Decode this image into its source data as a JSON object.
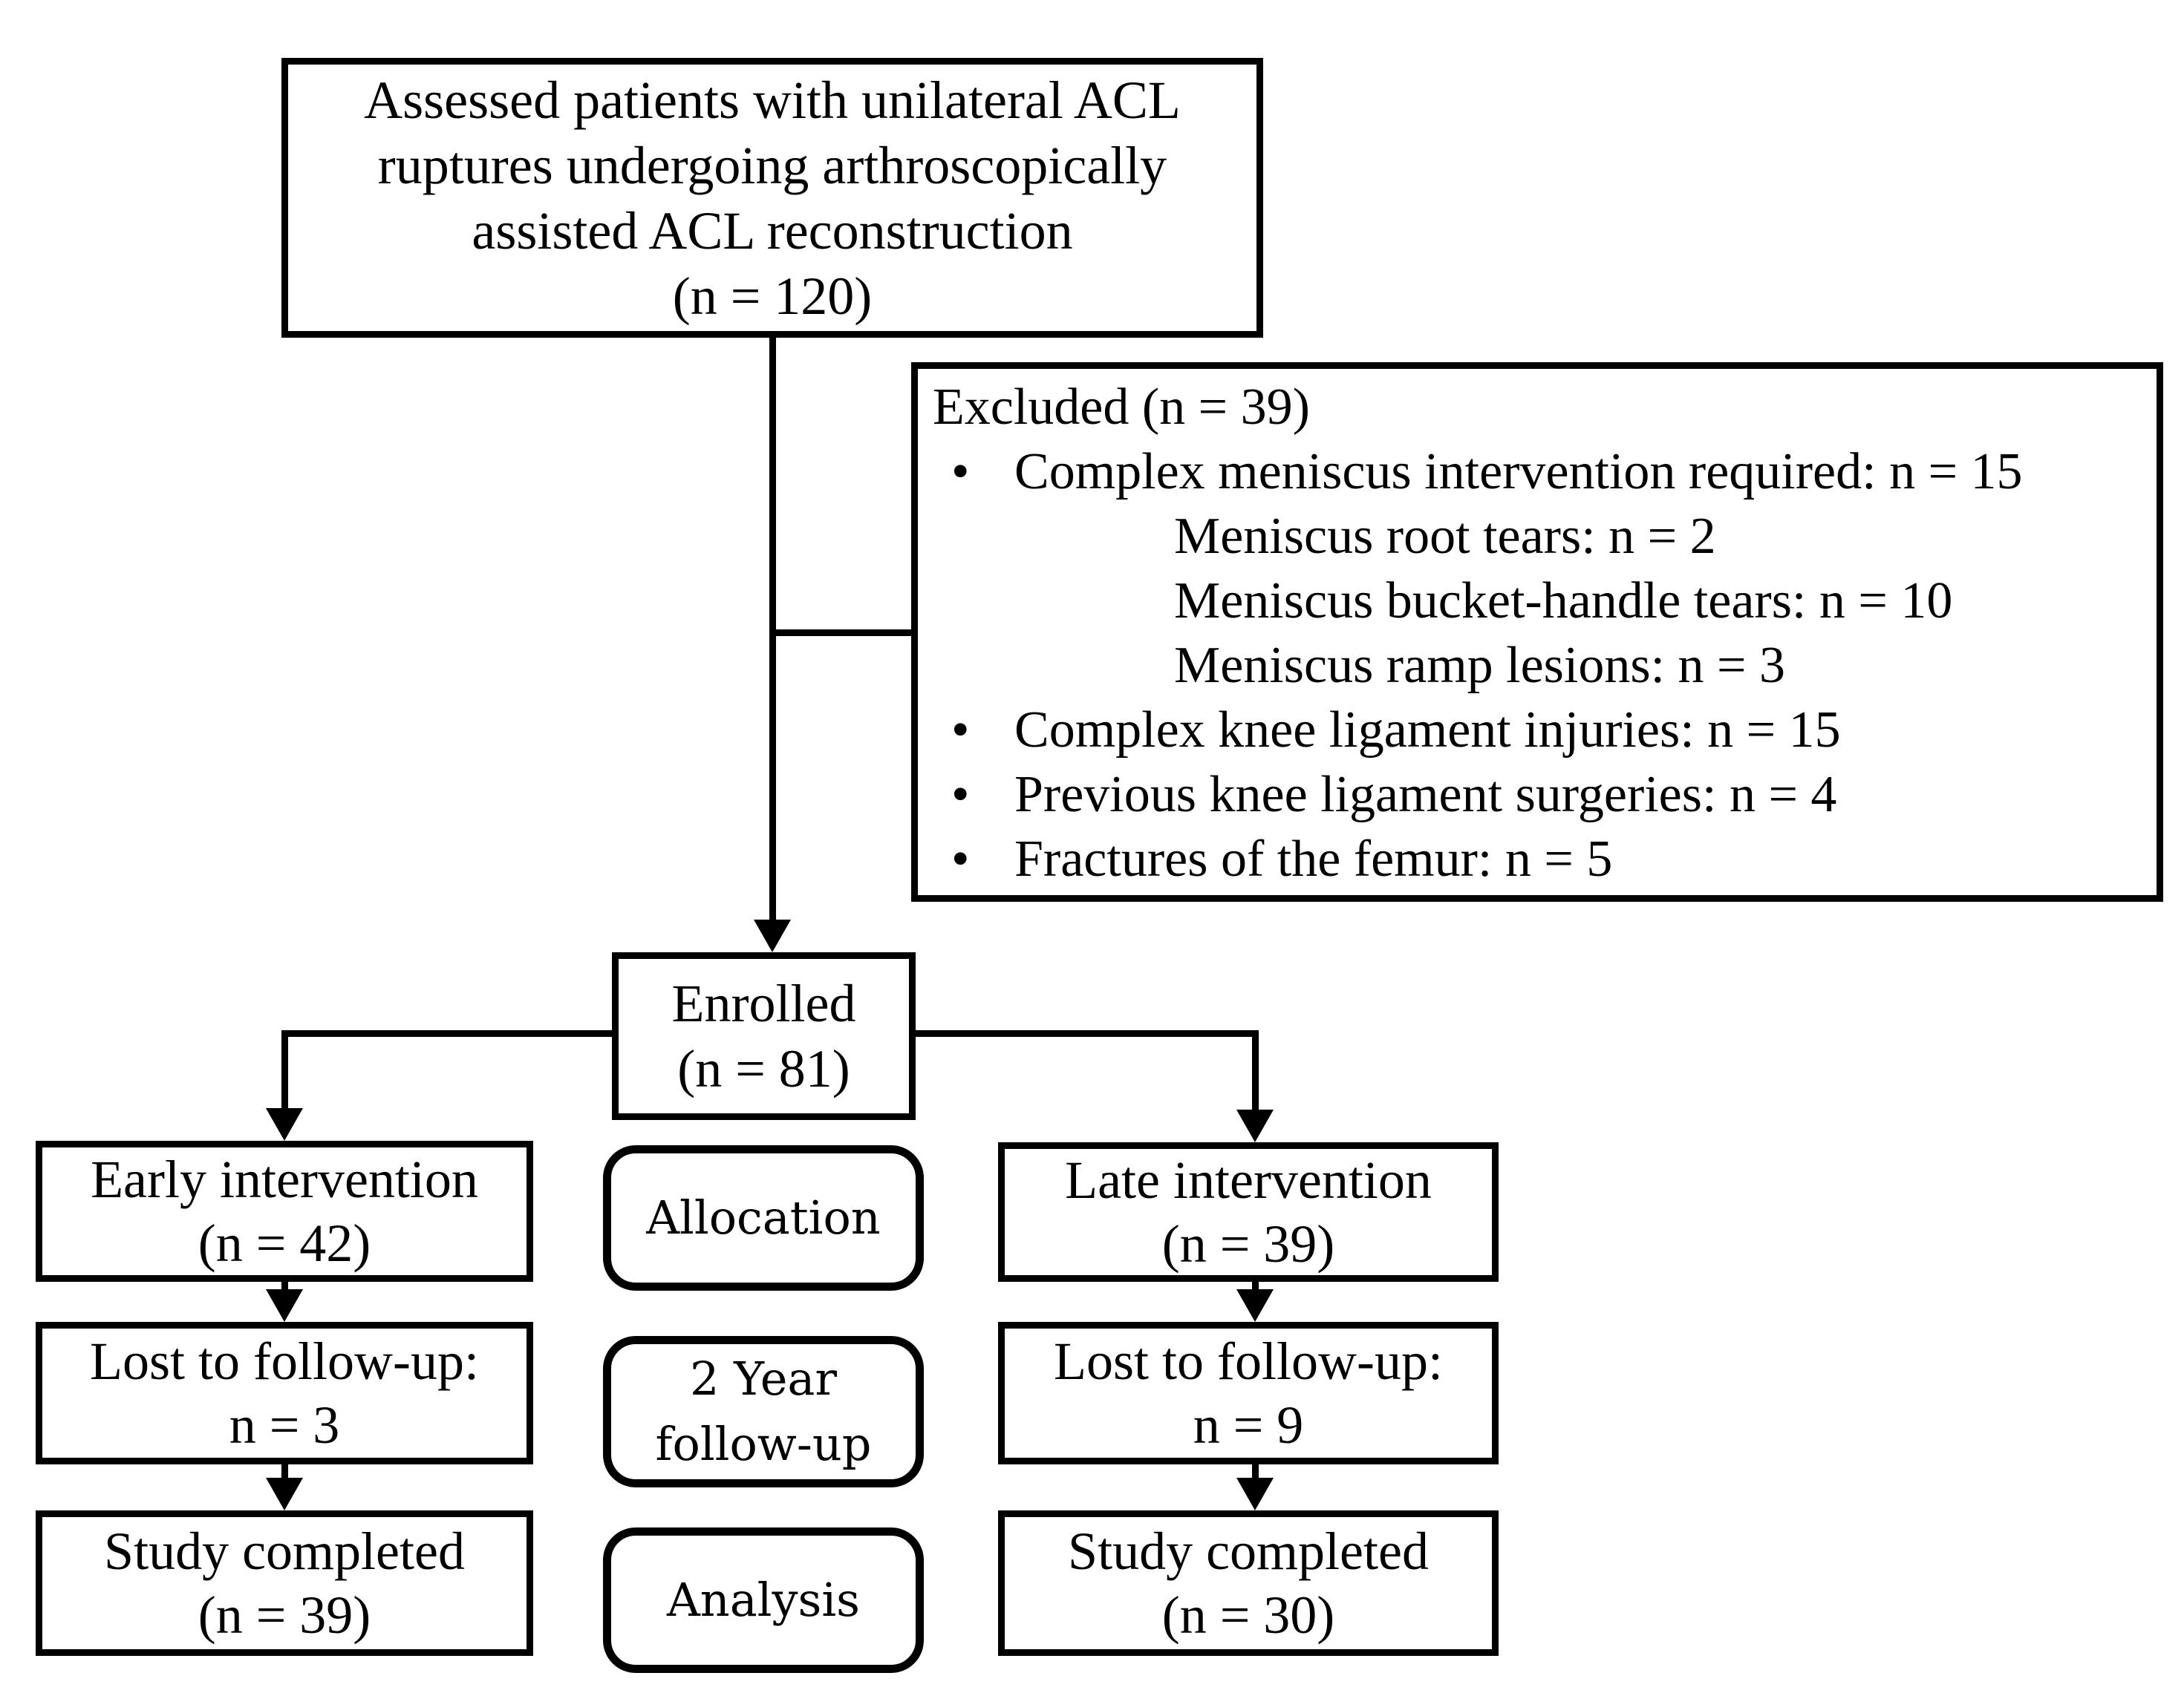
{
  "figure": {
    "background_color": "#ffffff",
    "line_color": "#000000",
    "bullet_glyph": "•"
  },
  "assessed_box": {
    "lines": [
      "Assessed patients with unilateral ACL",
      "ruptures undergoing arthroscopically",
      "assisted ACL reconstruction",
      "(n = 120)"
    ]
  },
  "excluded_box": {
    "title": "Excluded (n = 39)",
    "items": [
      {
        "level": "bullet",
        "text": "Complex meniscus intervention required: n = 15"
      },
      {
        "level": "sub",
        "text": "Meniscus root tears: n = 2"
      },
      {
        "level": "sub",
        "text": "Meniscus bucket-handle tears: n = 10"
      },
      {
        "level": "sub",
        "text": "Meniscus ramp lesions: n = 3"
      },
      {
        "level": "bullet",
        "text": "Complex knee ligament injuries: n = 15"
      },
      {
        "level": "bullet",
        "text": "Previous knee ligament surgeries: n = 4"
      },
      {
        "level": "bullet",
        "text": "Fractures of the femur: n = 5"
      }
    ]
  },
  "enrolled_box": {
    "lines": [
      "Enrolled",
      "(n = 81)"
    ]
  },
  "early_column": {
    "allocation": {
      "lines": [
        "Early intervention",
        "(n = 42)"
      ]
    },
    "followup": {
      "lines": [
        "Lost to follow-up:",
        "n = 3"
      ]
    },
    "analysis": {
      "lines": [
        "Study completed",
        "(n = 39)"
      ]
    }
  },
  "stage_column": {
    "allocation": {
      "label": "Allocation"
    },
    "followup": {
      "lines": [
        "2 Year",
        "follow-up"
      ]
    },
    "analysis": {
      "label": "Analysis"
    }
  },
  "late_column": {
    "allocation": {
      "lines": [
        "Late intervention",
        "(n = 39)"
      ]
    },
    "followup": {
      "lines": [
        "Lost to follow-up:",
        "n = 9"
      ]
    },
    "analysis": {
      "lines": [
        "Study completed",
        "(n = 30)"
      ]
    }
  }
}
